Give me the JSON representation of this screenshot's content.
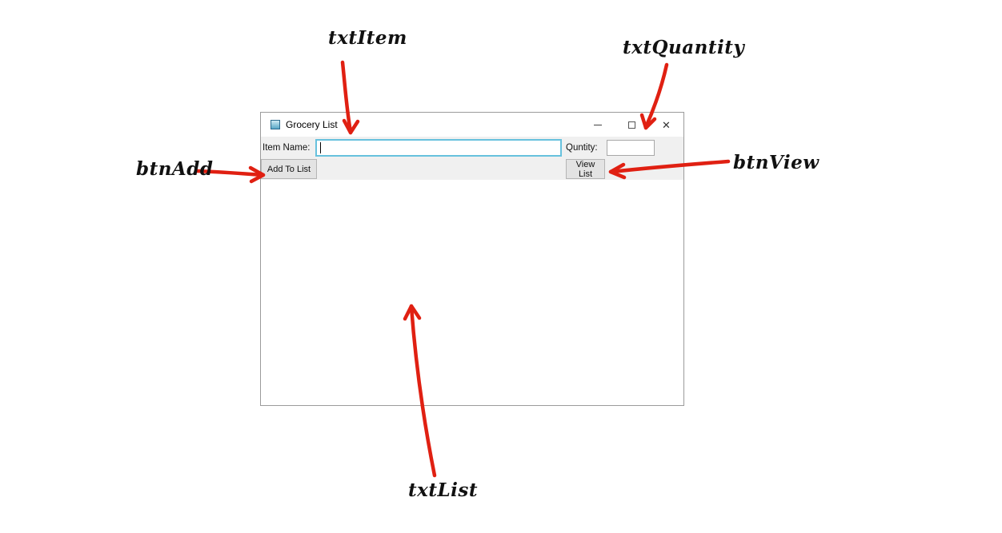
{
  "window": {
    "title": "Grocery List",
    "titlebar": {
      "close_glyph": "✕"
    },
    "form": {
      "item_label": "Item Name:",
      "item_value": "",
      "quantity_label": "Quntity:",
      "quantity_value": "",
      "add_button_label": "Add To List",
      "view_button_label": "View List"
    }
  },
  "annotations": {
    "txt_item": "txtItem",
    "txt_quantity": "txtQuantity",
    "btn_add": "btnAdd",
    "btn_view": "btnView",
    "txt_list": "txtList"
  },
  "colors": {
    "arrow_red": "#e02012",
    "focus_border": "#67c1dd",
    "window_border": "#9b9b9b"
  }
}
